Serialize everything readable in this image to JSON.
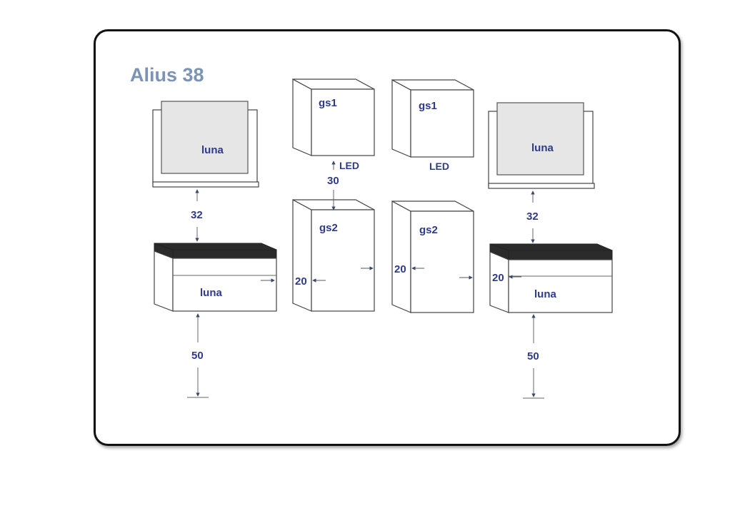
{
  "title": "Alius 38",
  "labels": {
    "luna": "luna",
    "gs1": "gs1",
    "gs2": "gs2",
    "led": "LED"
  },
  "dimensions": {
    "d32": "32",
    "d30": "30",
    "d20": "20",
    "d50": "50"
  },
  "colors": {
    "title": "#7b93b5",
    "label": "#2e3a8c",
    "mirror_fill": "#e6e6e6",
    "top_dark": "#2b2b2b"
  }
}
